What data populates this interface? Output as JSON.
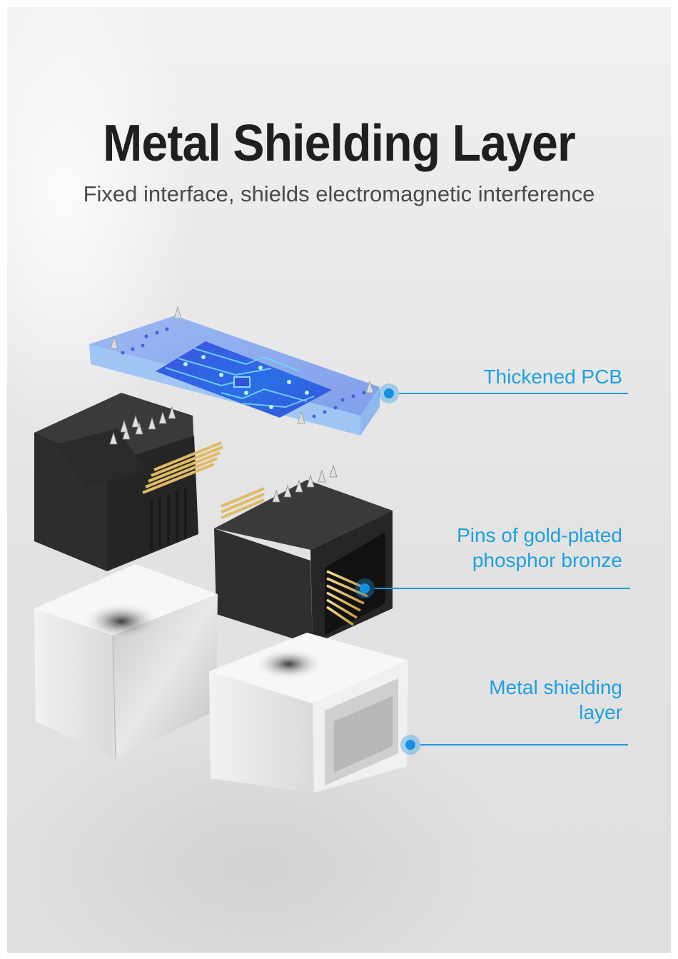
{
  "header": {
    "title": "Metal Shielding Layer",
    "subtitle": "Fixed interface, shields electromagnetic interference"
  },
  "callouts": [
    {
      "label": "Thickened PCB",
      "icon": "pcb-board"
    },
    {
      "label_line1": "Pins of gold-plated",
      "label_line2": "phosphor bronze",
      "icon": "gold-pins"
    },
    {
      "label_line1": "Metal shielding",
      "label_line2": "layer",
      "icon": "metal-shell"
    }
  ],
  "colors": {
    "accent": "#1ea0e0",
    "title": "#1f1f1f",
    "subtitle": "#4a4a4a",
    "pcb": "#8fb3f0",
    "connector": "#2e2e2e",
    "gold": "#e2c26a",
    "metal": "#eeeeee"
  }
}
